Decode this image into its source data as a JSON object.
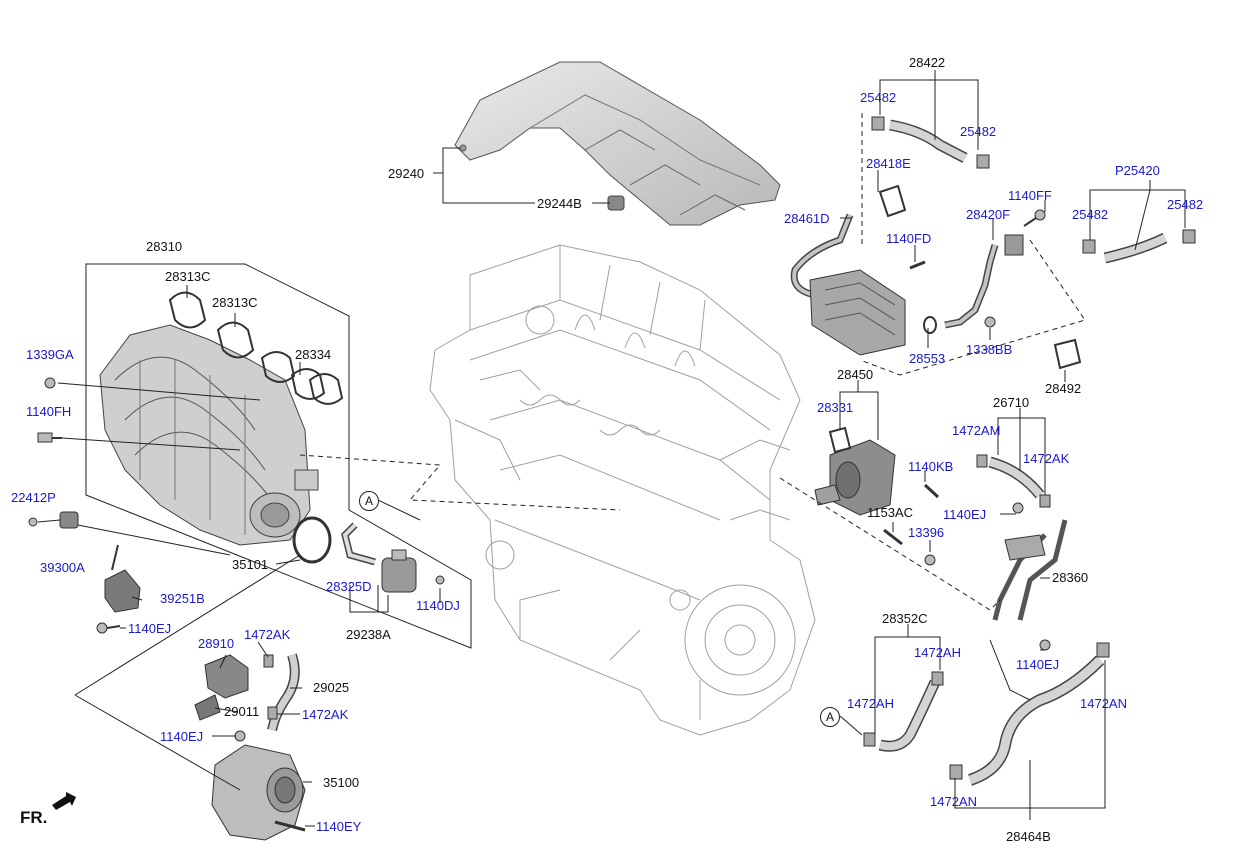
{
  "labels": {
    "p29240": "29240",
    "p29244B": "29244B",
    "p28310": "28310",
    "p28313C_a": "28313C",
    "p28313C_b": "28313C",
    "p28334": "28334",
    "p1339GA": "1339GA",
    "p1140FH": "1140FH",
    "p22412P": "22412P",
    "p39300A": "39300A",
    "p39251B": "39251B",
    "p1140EJ_a": "1140EJ",
    "p35101": "35101",
    "p28325D": "28325D",
    "p1140DJ": "1140DJ",
    "p29238A": "29238A",
    "p28910": "28910",
    "p1472AK_a": "1472AK",
    "p29025": "29025",
    "p29011": "29011",
    "p1472AK_b": "1472AK",
    "p1140EJ_b": "1140EJ",
    "p35100": "35100",
    "p1140EY": "1140EY",
    "p28422": "28422",
    "p25482_a": "25482",
    "p25482_b": "25482",
    "p28418E": "28418E",
    "p28461D": "28461D",
    "p1140FF": "1140FF",
    "p28420F": "28420F",
    "p1140FD": "1140FD",
    "pP25420": "P25420",
    "p25482_c": "25482",
    "p25482_d": "25482",
    "p28553": "28553",
    "p1338BB": "1338BB",
    "p28492": "28492",
    "p28450": "28450",
    "p28331": "28331",
    "p1140KB": "1140KB",
    "p26710": "26710",
    "p1472AM": "1472AM",
    "p1472AK_c": "1472AK",
    "p1153AC": "1153AC",
    "p13396": "13396",
    "p1140EJ_c": "1140EJ",
    "p28360": "28360",
    "p28352C": "28352C",
    "p1472AH_a": "1472AH",
    "p1472AH_b": "1472AH",
    "p1140EJ_d": "1140EJ",
    "p1472AN_a": "1472AN",
    "p1472AN_b": "1472AN",
    "p28464B": "28464B"
  },
  "callouts": {
    "a1": "A",
    "a2": "A"
  },
  "front_marker": "FR.",
  "colors": {
    "part_number": "#1a1ad0",
    "black_label": "#111111",
    "line": "#222222",
    "part_fill": "#d9d9d9",
    "engine_line": "#9a9a9a"
  }
}
